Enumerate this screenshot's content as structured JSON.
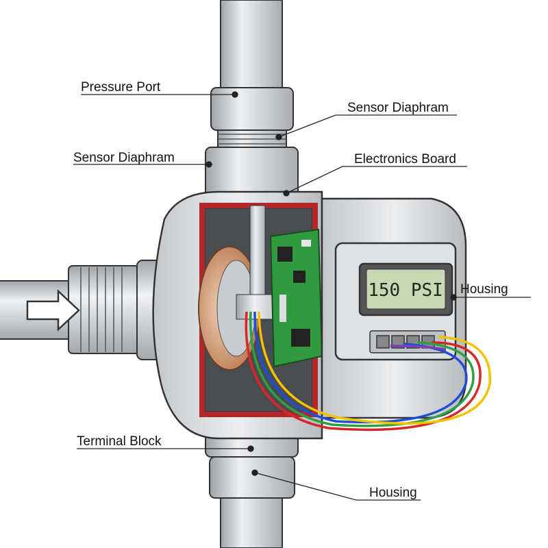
{
  "labels": {
    "pressure_port": "Pressure Port",
    "sensor_diaphragm_right": "Sensor Diaphram",
    "sensor_diaphragm_left": "Sensor Diaphram",
    "electronics_board": "Electronics Board",
    "housing_right": "Housing",
    "terminal_block": "Terminal Block",
    "housing_bottom": "Housing"
  },
  "display": {
    "reading": "150 PSI"
  },
  "colors": {
    "pipe": "#c9ccd0",
    "cutaway": "#b3262a",
    "pcb": "#2f9a3e",
    "lcd": "#c8d8b4",
    "diaphragm": "#d9a27c",
    "wires": [
      "#d62828",
      "#2f9e44",
      "#1f4fd1",
      "#f2c200",
      "#7b3fb8"
    ]
  },
  "icons": {
    "flow": "arrow-right-icon"
  }
}
